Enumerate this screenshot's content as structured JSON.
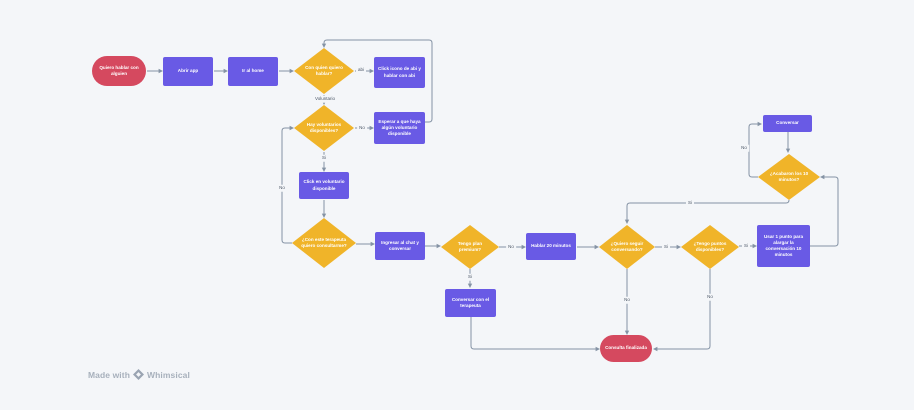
{
  "diagram_title": "Flujo: hablar con alguien en la app",
  "colors": {
    "background": "#f4f6f9",
    "process_fill": "#695ae5",
    "decision_fill": "#f0b429",
    "terminator_fill": "#d5495f",
    "connector": "#8593a5",
    "edge_label_text": "#4a5565",
    "node_text": "#ffffff",
    "watermark_text": "#a7b0bc"
  },
  "nodes": [
    {
      "id": "start",
      "type": "terminator",
      "label": "Quiero hablar con alguien"
    },
    {
      "id": "abrir-app",
      "type": "process",
      "label": "Abrir app"
    },
    {
      "id": "ir-al-home",
      "type": "process",
      "label": "Ir al home"
    },
    {
      "id": "con-quien-hablar",
      "type": "decision",
      "label": "Con quien quiero hablar?"
    },
    {
      "id": "click-icono-abi",
      "type": "process",
      "label": "Click icono de abi y hablar con abi"
    },
    {
      "id": "hay-voluntarios",
      "type": "decision",
      "label": "Hay voluntarios disponibles?"
    },
    {
      "id": "esperar-voluntario",
      "type": "process",
      "label": "Esperar a que haya algún voluntario disponible"
    },
    {
      "id": "click-voluntario",
      "type": "process",
      "label": "Click en voluntario disponible"
    },
    {
      "id": "terapeuta-consultar",
      "type": "decision",
      "label": "¿Con este terapeuta quiero consultarme?"
    },
    {
      "id": "ingresar-chat",
      "type": "process",
      "label": "Ingresar al chat y conversar"
    },
    {
      "id": "plan-premium",
      "type": "decision",
      "label": "Tengo plan premium?"
    },
    {
      "id": "hablar-20-min",
      "type": "process",
      "label": "Hablar 20 minutos"
    },
    {
      "id": "conversar-terapeuta",
      "type": "process",
      "label": "Conversar con el terapeuta"
    },
    {
      "id": "seguir-conversando",
      "type": "decision",
      "label": "¿Quiero seguir conversando?"
    },
    {
      "id": "puntos-disponibles",
      "type": "decision",
      "label": "¿Tengo puntos disponibles?"
    },
    {
      "id": "usar-punto",
      "type": "process",
      "label": "Usar 1 punto para alargar la conversación 10 minutos"
    },
    {
      "id": "conversar",
      "type": "process",
      "label": "Conversar"
    },
    {
      "id": "acabaron-minutos",
      "type": "decision",
      "label": "¿Acabaron los 10 minutos?"
    },
    {
      "id": "consulta-finalizada",
      "type": "terminator",
      "label": "Consulta finalizada"
    }
  ],
  "edge_labels": [
    {
      "text": "abi"
    },
    {
      "text": "Voluntario"
    },
    {
      "text": "No"
    },
    {
      "text": "Si"
    },
    {
      "text": "No"
    },
    {
      "text": "No"
    },
    {
      "text": "Si"
    },
    {
      "text": "Si"
    },
    {
      "text": "Si"
    },
    {
      "text": "No"
    },
    {
      "text": "No"
    },
    {
      "text": "Si"
    },
    {
      "text": "No"
    }
  ],
  "watermark": {
    "made_with": "Made with",
    "brand": "Whimsical",
    "logo_icon": "whimsical-diamond-icon"
  }
}
